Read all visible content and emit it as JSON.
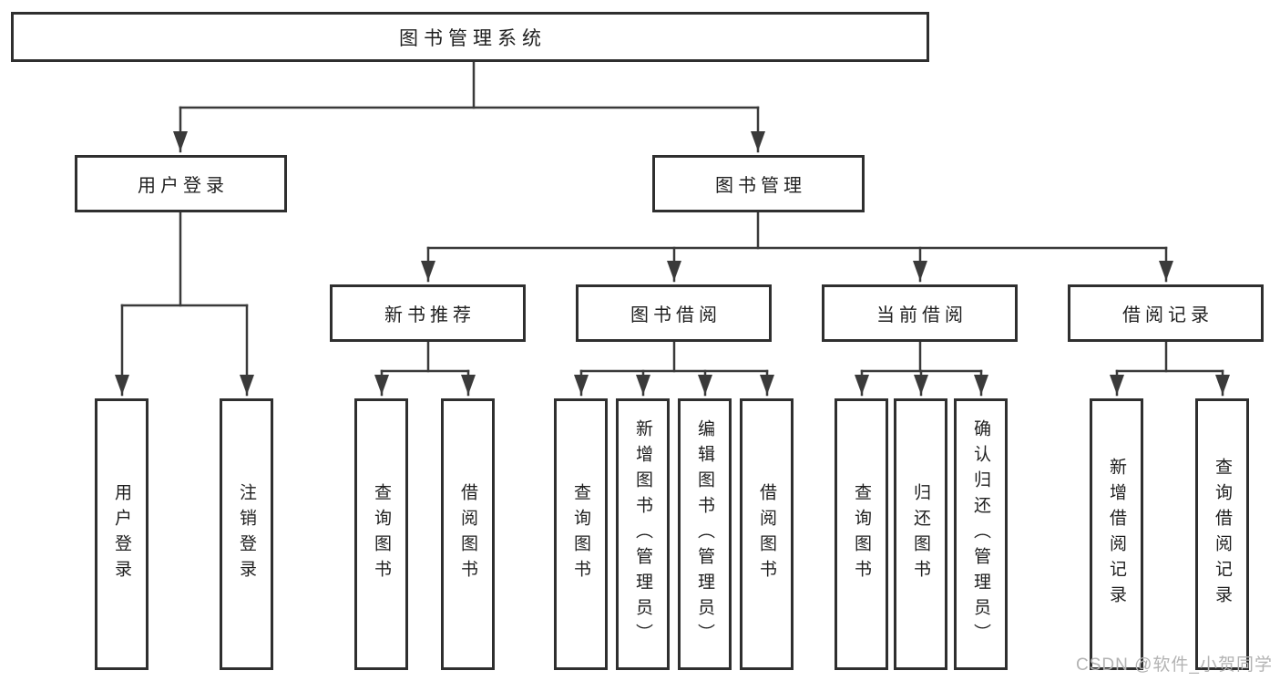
{
  "title": "图书管理系统",
  "tree": {
    "root": {
      "label": "图书管理系统"
    },
    "level2": [
      {
        "id": "user-login",
        "label": "用户登录"
      },
      {
        "id": "book-management",
        "label": "图书管理"
      }
    ],
    "level3": [
      {
        "id": "new-book-recommend",
        "label": "新书推荐"
      },
      {
        "id": "book-borrow",
        "label": "图书借阅"
      },
      {
        "id": "current-borrow",
        "label": "当前借阅"
      },
      {
        "id": "borrow-records",
        "label": "借阅记录"
      }
    ],
    "leaves": {
      "user_login": [
        {
          "label": "用户登录"
        },
        {
          "label": "注销登录"
        }
      ],
      "new_book_recommend": [
        {
          "label": "查询图书"
        },
        {
          "label": "借阅图书"
        }
      ],
      "book_borrow": [
        {
          "label": "查询图书"
        },
        {
          "label": "新增图书（管理员）"
        },
        {
          "label": "编辑图书（管理员）"
        },
        {
          "label": "借阅图书"
        }
      ],
      "current_borrow": [
        {
          "label": "查询图书"
        },
        {
          "label": "归还图书"
        },
        {
          "label": "确认归还（管理员）"
        }
      ],
      "borrow_records": [
        {
          "label": "新增借阅记录"
        },
        {
          "label": "查询借阅记录"
        }
      ]
    }
  },
  "watermark": {
    "text": "CSDN @软件_小贺同学"
  },
  "colors": {
    "line": "#3a3a3a",
    "box_border": "#2f2f2f",
    "box_background": "#ffffff",
    "text": "#1f1f1f",
    "watermark": "#b3b3b3",
    "page_background": "#ffffff"
  }
}
